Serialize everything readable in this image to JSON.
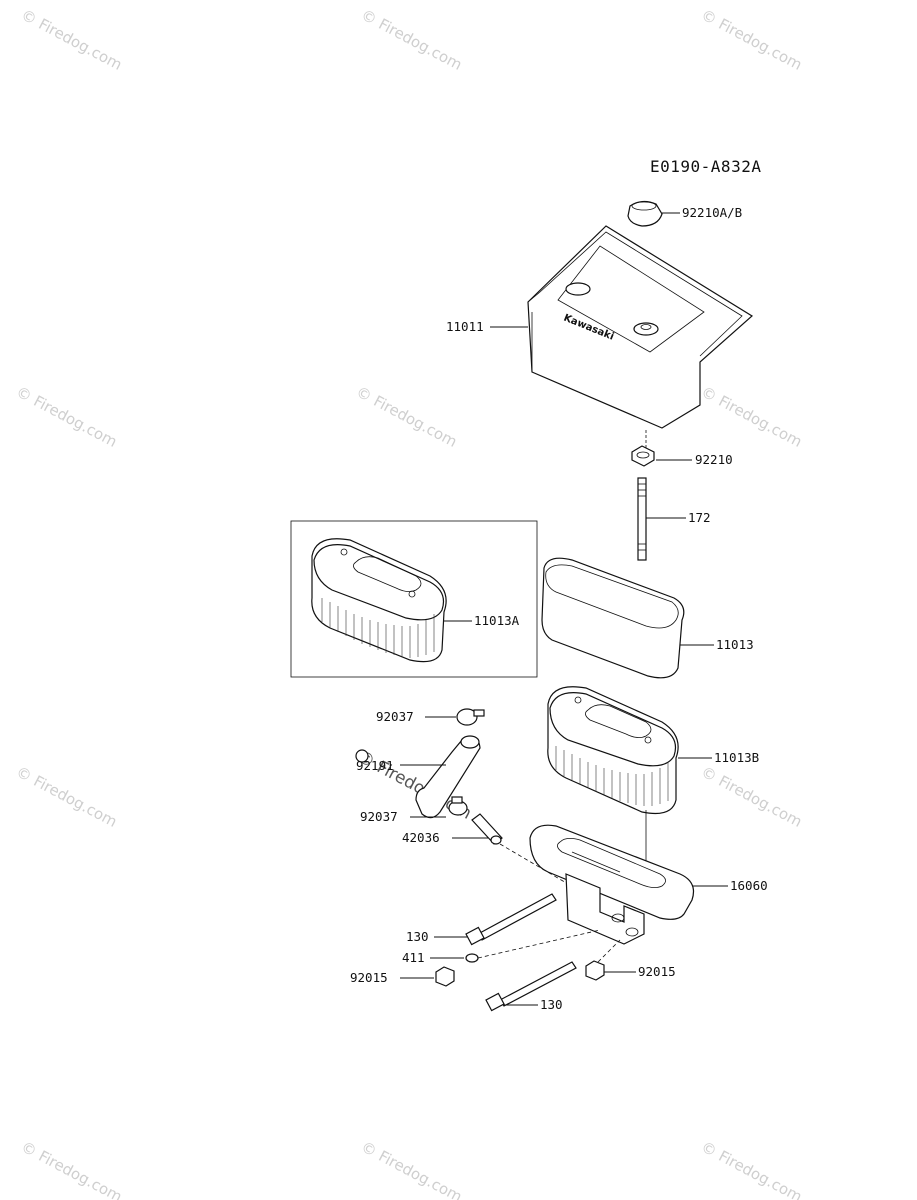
{
  "diagram": {
    "reference_code": "E0190-A832A",
    "brand_on_cover": "Kawasaki",
    "labels": {
      "cap": "92210A/B",
      "cover": "11011",
      "nut": "92210",
      "stud": "172",
      "pre_filter": "11013",
      "element_option": "11013A",
      "element": "11013B",
      "clamp_top": "92037",
      "hose": "92191",
      "clamp_bottom": "92037",
      "fitting": "42036",
      "base": "16060",
      "bolt_left": "130",
      "washer": "411",
      "nut_left": "92015",
      "nut_right": "92015",
      "bolt_bottom": "130"
    },
    "watermark": "© Firedog.com"
  }
}
